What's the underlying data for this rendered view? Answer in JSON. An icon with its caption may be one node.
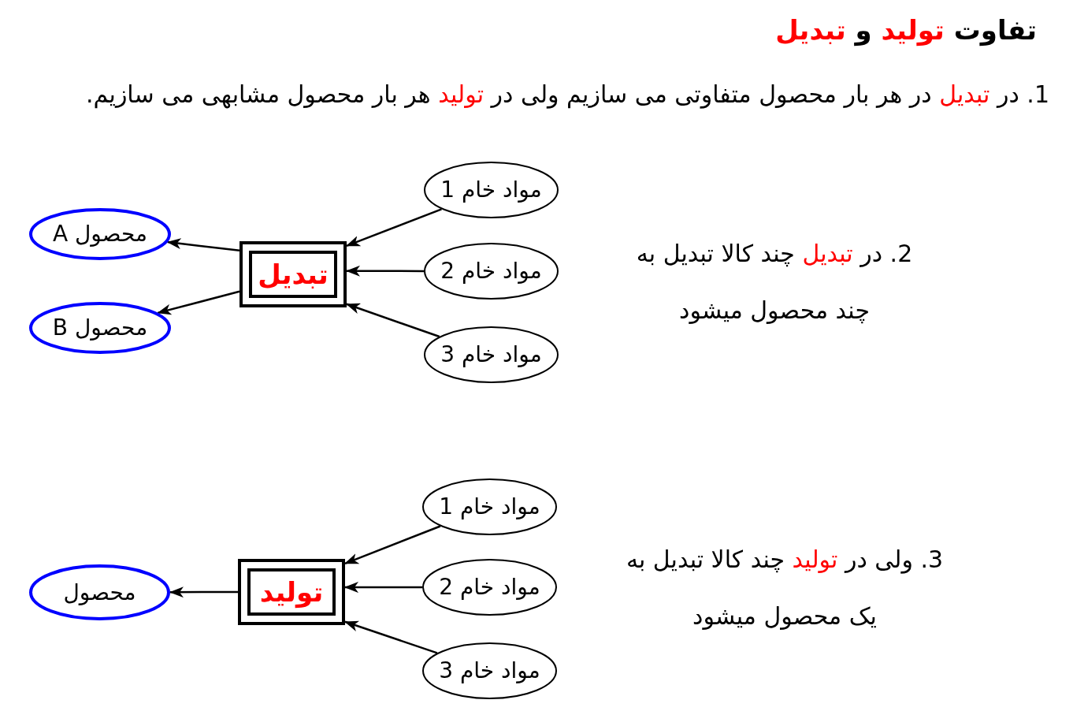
{
  "diagram": {
    "title": "تفاوت **تولید** و **تبدیل**",
    "nodes": [
      {
        "text": [
          "مواد خام 1"
        ]
      },
      {
        "text": [
          "مواد خام 2"
        ]
      },
      {
        "text": [
          "مواد خام 3"
        ]
      },
      {
        "text": [
          "تبدیل"
        ]
      },
      {
        "text": [
          "محصول A"
        ]
      },
      {
        "text": [
          "محصول B"
        ]
      },
      {
        "text": [
          "مواد خام 1"
        ]
      },
      {
        "text": [
          "مواد خام 2"
        ]
      },
      {
        "text": [
          "مواد خام 3"
        ]
      },
      {
        "text": [
          "تولید"
        ]
      },
      {
        "text": [
          "محصول"
        ]
      }
    ],
    "edges": [
      {
        "from": 0,
        "to": 3,
        "arrow": "to"
      },
      {
        "from": 1,
        "to": 3,
        "arrow": "to"
      },
      {
        "from": 2,
        "to": 3,
        "arrow": "to"
      },
      {
        "from": 3,
        "to": 4,
        "arrow": "to"
      },
      {
        "from": 3,
        "to": 5,
        "arrow": "to"
      },
      {
        "from": 6,
        "to": 9,
        "arrow": "to"
      },
      {
        "from": 7,
        "to": 9,
        "arrow": "to"
      },
      {
        "from": 8,
        "to": 9,
        "arrow": "to"
      },
      {
        "from": 9,
        "to": 10,
        "arrow": "to"
      }
    ],
    "labels": [
      "1. در **تبدیل** در هر بار محصول متفاوتی می سازیم ولی در **تولید** هر بار محصول مشابهی می سازیم.",
      "2. در **تبدیل** چند کالا تبدیل به چند محصول میشود",
      "3. ولی در **تولید** چند کالا تبدیل به یک محصول میشود"
    ]
  }
}
